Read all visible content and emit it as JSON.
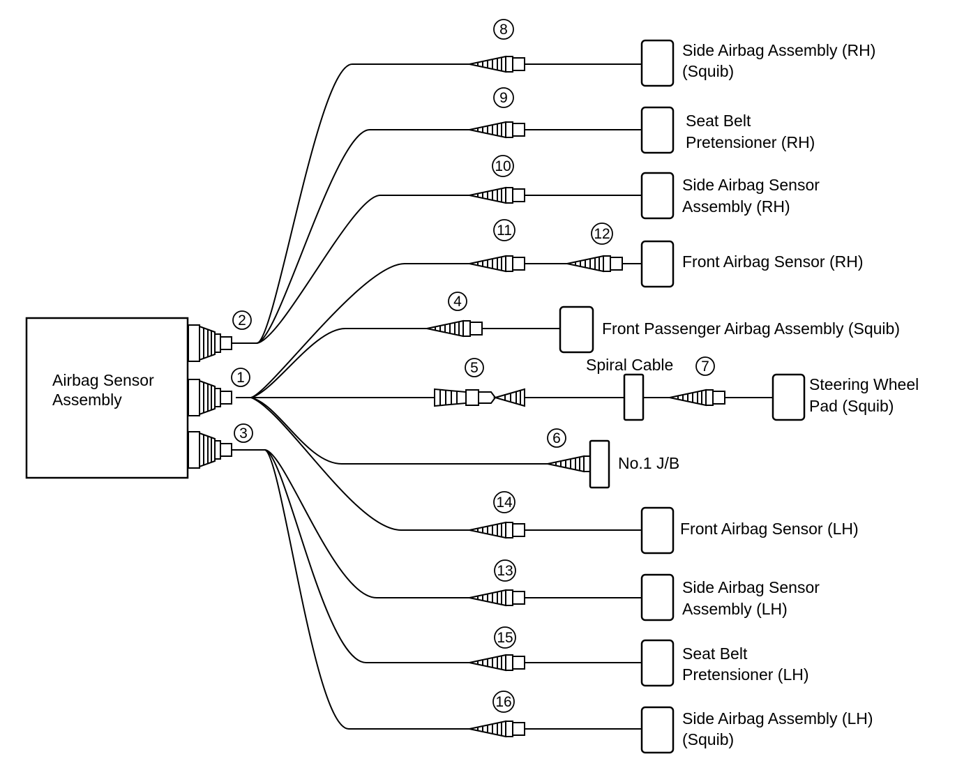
{
  "diagram": {
    "sensor_assembly": {
      "line1": "Airbag Sensor",
      "line2": "Assembly"
    },
    "connector_numbers": [
      "1",
      "2",
      "3",
      "4",
      "5",
      "6",
      "7",
      "8",
      "9",
      "10",
      "11",
      "12",
      "13",
      "14",
      "15",
      "16"
    ],
    "components": {
      "side_airbag_rh": {
        "line1": "Side Airbag Assembly (RH)",
        "line2": "(Squib)"
      },
      "seat_belt_rh": {
        "line1": "Seat Belt",
        "line2": "Pretensioner (RH)"
      },
      "side_sensor_rh": {
        "line1": "Side Airbag Sensor",
        "line2": "Assembly (RH)"
      },
      "front_sensor_rh": {
        "line1": "Front Airbag Sensor (RH)"
      },
      "passenger_airbag": {
        "line1": "Front Passenger Airbag Assembly (Squib)"
      },
      "spiral_cable": {
        "line1": "Spiral Cable"
      },
      "steering_pad": {
        "line1": "Steering Wheel",
        "line2": "Pad (Squib)"
      },
      "jb": {
        "line1": "No.1 J/B"
      },
      "front_sensor_lh": {
        "line1": "Front Airbag Sensor (LH)"
      },
      "side_sensor_lh": {
        "line1": "Side Airbag Sensor",
        "line2": "Assembly (LH)"
      },
      "seat_belt_lh": {
        "line1": "Seat Belt",
        "line2": "Pretensioner (LH)"
      },
      "side_airbag_lh": {
        "line1": "Side Airbag Assembly (LH)",
        "line2": "(Squib)"
      }
    }
  }
}
